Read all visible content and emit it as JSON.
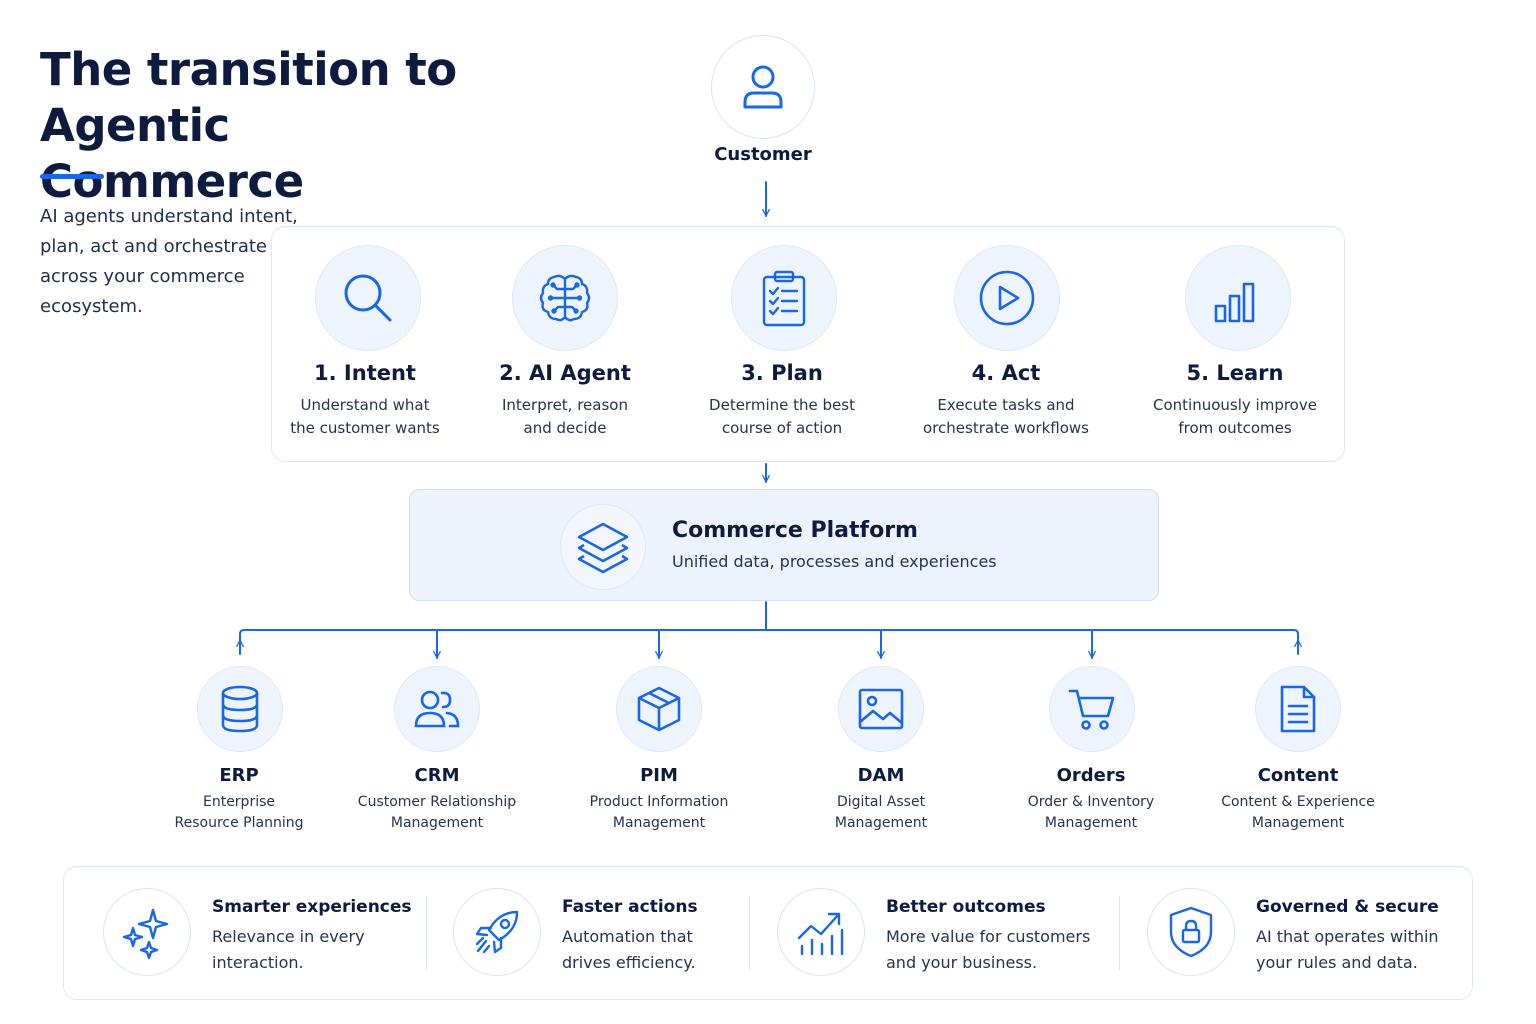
{
  "header": {
    "title_line1": "The transition to",
    "title_line2": "Agentic Commerce",
    "intro": [
      "AI agents understand intent,",
      "plan, act and orchestrate",
      "across your commerce",
      "ecosystem."
    ]
  },
  "customer": {
    "label": "Customer",
    "icon": "user-icon"
  },
  "steps": [
    {
      "title": "1. Intent",
      "desc": [
        "Understand what",
        "the customer wants"
      ],
      "icon": "search-icon"
    },
    {
      "title": "2. AI Agent",
      "desc": [
        "Interpret, reason",
        "and decide"
      ],
      "icon": "brain-icon"
    },
    {
      "title": "3. Plan",
      "desc": [
        "Determine the best",
        "course of action"
      ],
      "icon": "clipboard-checklist-icon"
    },
    {
      "title": "4. Act",
      "desc": [
        "Execute tasks and",
        "orchestrate workflows"
      ],
      "icon": "play-icon"
    },
    {
      "title": "5. Learn",
      "desc": [
        "Continuously improve",
        "from outcomes"
      ],
      "icon": "bar-chart-icon"
    }
  ],
  "platform": {
    "title": "Commerce Platform",
    "subtitle": "Unified data, processes and experiences",
    "icon": "layers-icon"
  },
  "systems": [
    {
      "title": "ERP",
      "desc": [
        "Enterprise",
        "Resource Planning"
      ],
      "icon": "database-icon"
    },
    {
      "title": "CRM",
      "desc": [
        "Customer Relationship",
        "Management"
      ],
      "icon": "users-icon"
    },
    {
      "title": "PIM",
      "desc": [
        "Product Information",
        "Management"
      ],
      "icon": "box-icon"
    },
    {
      "title": "DAM",
      "desc": [
        "Digital Asset",
        "Management"
      ],
      "icon": "image-icon"
    },
    {
      "title": "Orders",
      "desc": [
        "Order & Inventory",
        "Management"
      ],
      "icon": "cart-icon"
    },
    {
      "title": "Content",
      "desc": [
        "Content & Experience",
        "Management"
      ],
      "icon": "document-icon"
    }
  ],
  "benefits": [
    {
      "title": "Smarter experiences",
      "desc": [
        "Relevance in every",
        "interaction."
      ],
      "icon": "sparkles-icon"
    },
    {
      "title": "Faster actions",
      "desc": [
        "Automation that",
        "drives efficiency."
      ],
      "icon": "rocket-icon"
    },
    {
      "title": "Better outcomes",
      "desc": [
        "More value for customers",
        "and your business."
      ],
      "icon": "growth-chart-icon"
    },
    {
      "title": "Governed & secure",
      "desc": [
        "AI that operates within",
        "your rules and data."
      ],
      "icon": "shield-lock-icon"
    }
  ],
  "colors": {
    "accent": "#1a66e8",
    "text": "#0d1b3e",
    "circle_fill": "#eef4fd",
    "panel_border": "#dbe6f6"
  }
}
